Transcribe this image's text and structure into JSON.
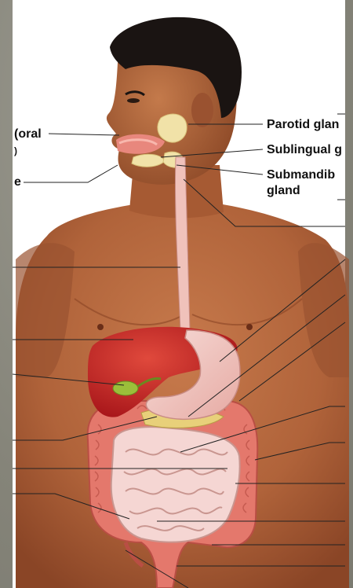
{
  "diagram": {
    "labels": {
      "oral": "(oral",
      "oral_paren": ")",
      "left_e": "e",
      "parotid": "Parotid glan",
      "sublingual": "Sublingual g",
      "submandibular_1": "Submandib",
      "submandibular_2": "gland"
    },
    "colors": {
      "background": "#8b8a82",
      "panel": "#ffffff",
      "skin": "#b8693e",
      "skin_dark": "#8a4525",
      "hair": "#1a1412",
      "liver": "#c8231f",
      "stomach": "#f1c9c4",
      "large_intestine": "#e4786c",
      "small_intestine": "#f5d6d3",
      "gall_bladder": "#9bbf3a",
      "salivary_gland": "#f1e2a8",
      "leader_line": "#222222"
    }
  }
}
